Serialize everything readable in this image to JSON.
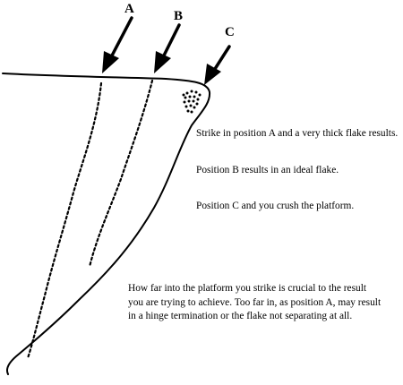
{
  "labels": {
    "a": "A",
    "b": "B",
    "c": "C"
  },
  "captions": {
    "a": "Strike in position A and a very thick flake results.",
    "b": "Position B results in an ideal flake.",
    "c": "Position C and you crush the platform."
  },
  "note": {
    "line1": "How far into the platform you strike is crucial to the result",
    "line2": "you are trying to achieve.  Too far in, as position A, may result",
    "line3": "in a hinge termination or the flake not separating at all."
  },
  "colors": {
    "ink": "#000000",
    "paper": "#ffffff"
  }
}
